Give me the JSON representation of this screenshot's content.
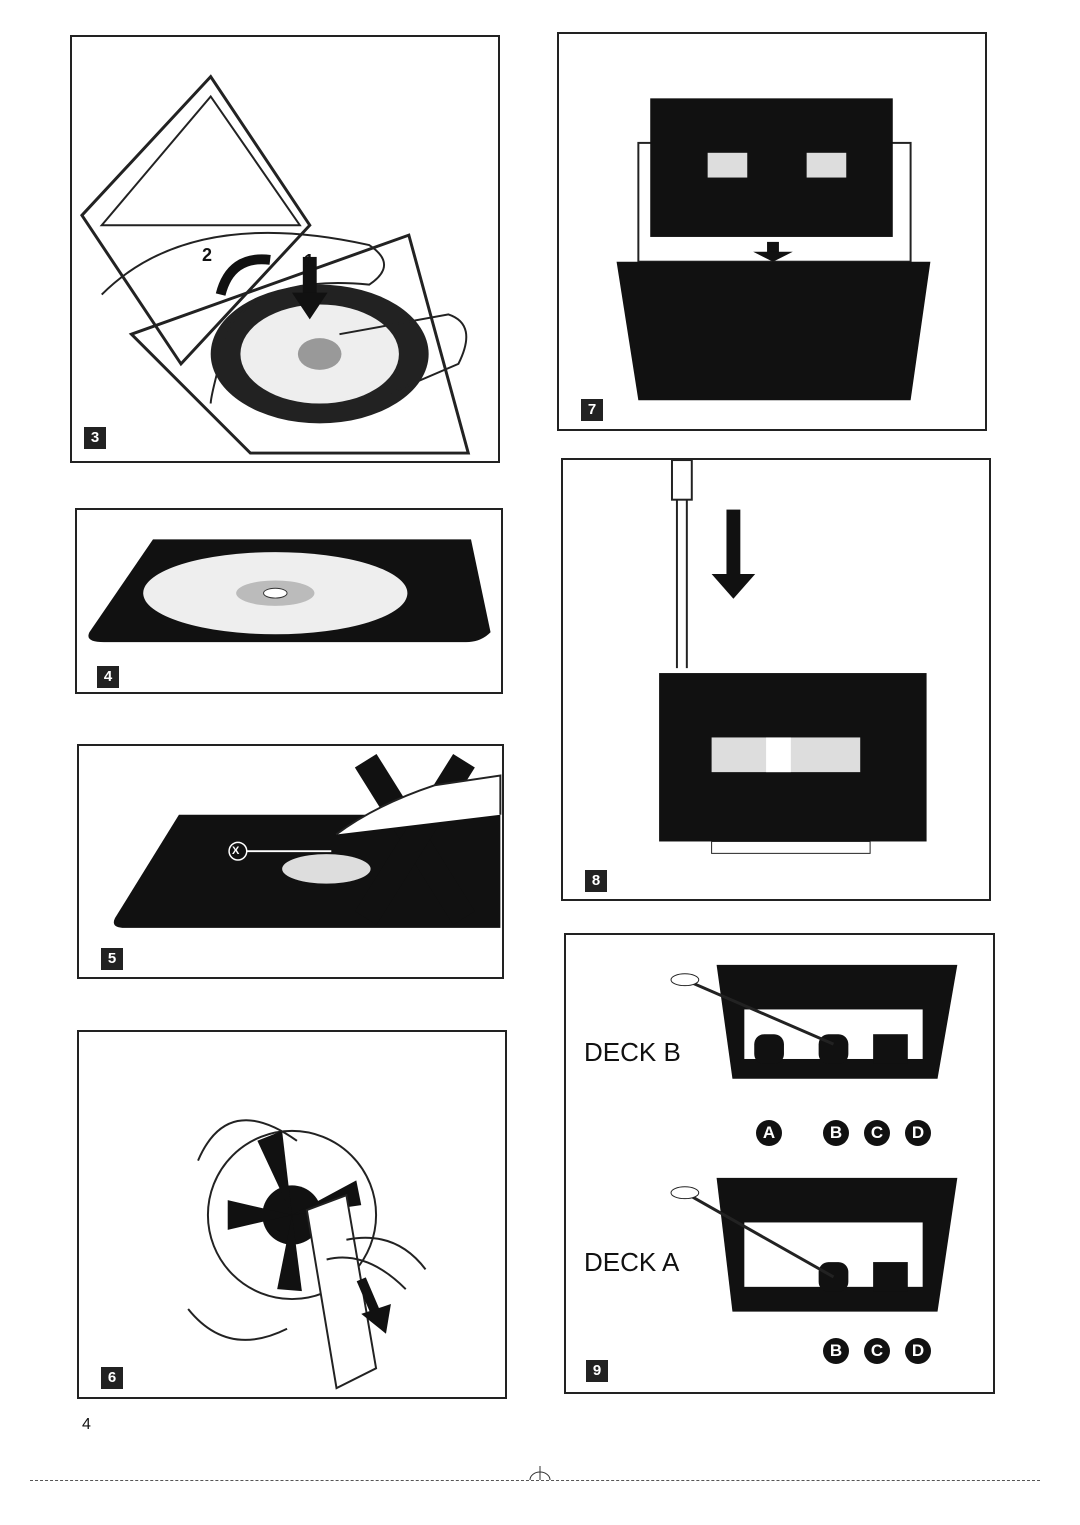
{
  "panels": [
    {
      "number": "3",
      "labels": [
        "2",
        "1"
      ]
    },
    {
      "number": "4"
    },
    {
      "number": "5",
      "labels": [
        "X"
      ]
    },
    {
      "number": "6"
    },
    {
      "number": "7"
    },
    {
      "number": "8"
    },
    {
      "number": "9",
      "decks": [
        {
          "name": "DECK B",
          "parts": [
            "A",
            "B",
            "C",
            "D"
          ]
        },
        {
          "name": "DECK A",
          "parts": [
            "B",
            "C",
            "D"
          ]
        }
      ]
    }
  ],
  "page_number": "4"
}
